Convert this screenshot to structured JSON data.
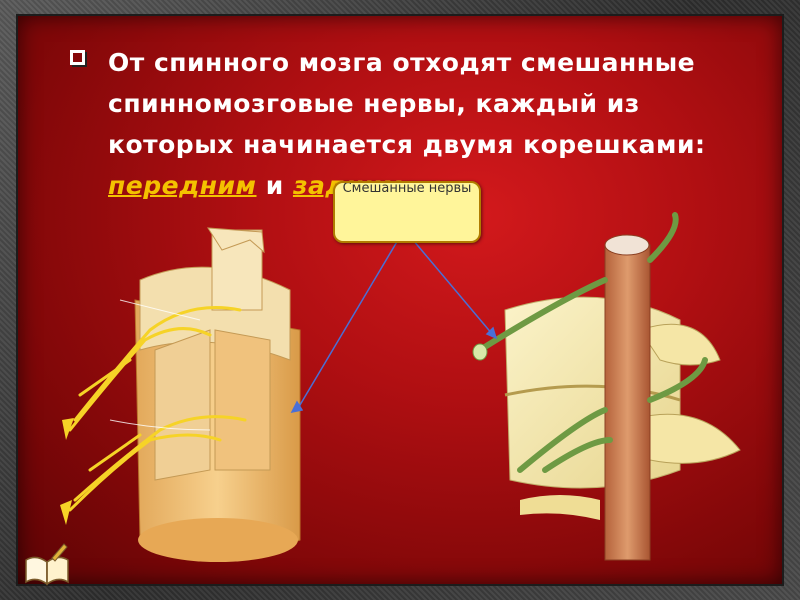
{
  "slide": {
    "text_before": "От спинного мозга отходят смешанные спинномозговые нервы, каждый из которых начинается двумя корешками: ",
    "highlight_front": "передним",
    "text_and": " и ",
    "highlight_back": "задним",
    "text_end": "."
  },
  "callout": {
    "label": "Смешанные нервы"
  },
  "colors": {
    "background": "#b00f12",
    "highlight": "#f4c200",
    "callout_fill": "#fff59a",
    "arrow": "#4a6fd6"
  },
  "icons": [
    "square-bullet-icon",
    "open-book-icon"
  ]
}
